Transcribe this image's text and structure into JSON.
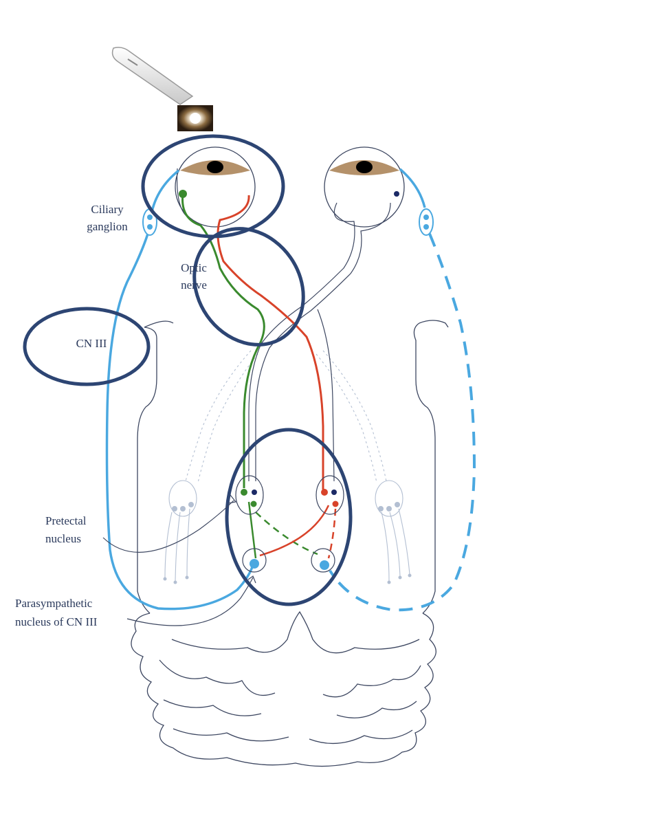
{
  "labels": {
    "ciliary_ganglion": [
      "Ciliary",
      "ganglion"
    ],
    "optic_nerve": [
      "Optic",
      "nerve"
    ],
    "cn3": "CN III",
    "pretectal_nucleus": [
      "Pretectal",
      "nucleus"
    ],
    "parasympathetic_nucleus": [
      "Parasympathetic",
      "nucleus of CN III"
    ]
  },
  "colors": {
    "highlight": "#2d4573",
    "green_pathway": "#3a8a2e",
    "red_pathway": "#d8432a",
    "blue_pathway": "#4aa8e0",
    "outline": "#3c4660",
    "iris": "#b4916a"
  },
  "icons": {
    "penlight": "penlight-icon",
    "light_source": "light-glow-icon"
  }
}
